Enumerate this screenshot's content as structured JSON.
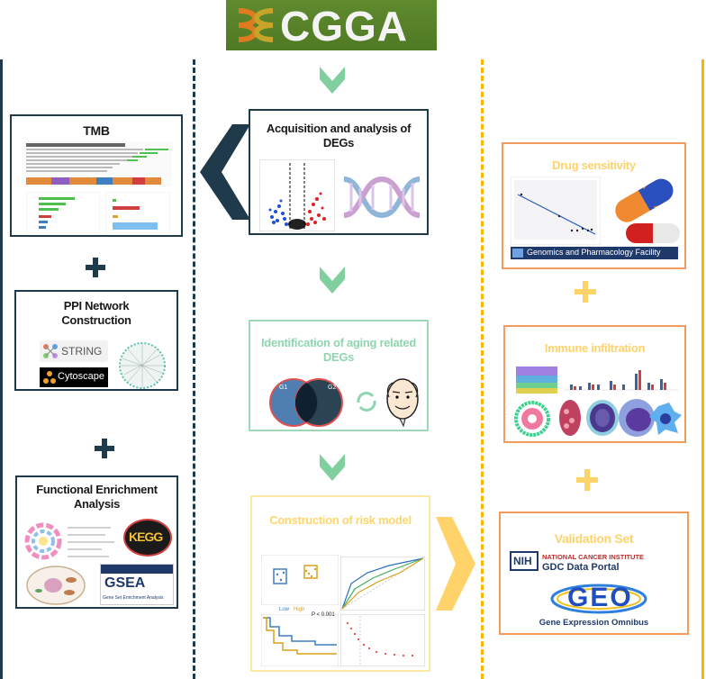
{
  "logo": {
    "text": "CGGA"
  },
  "center": {
    "step1": {
      "title": "Acquisition and analysis of DEGs"
    },
    "step2": {
      "title": "Identification of aging related DEGs",
      "venn_left": "G1",
      "venn_right": "G2"
    },
    "step3": {
      "title": "Construction of risk model",
      "km_pvalue": "P < 0.001",
      "legend_low": "Low",
      "legend_high": "High"
    }
  },
  "left": {
    "tmb": {
      "title": "TMB"
    },
    "ppi": {
      "title": "PPI Network Construction",
      "tool1": "STRING",
      "tool2": "Cytoscape"
    },
    "enrich": {
      "title": "Functional Enrichment Analysis",
      "kegg": "KEGG",
      "gsea": "GSEA",
      "gsea_sub": "Gene Set Enrichment Analysis"
    }
  },
  "right": {
    "drug": {
      "title": "Drug sensitivity",
      "footer": "Genomics and Pharmacology Facility"
    },
    "immune": {
      "title": "Immune infiltration"
    },
    "validation": {
      "title": "Validation Set",
      "nih": "NIH",
      "nci": "NATIONAL CANCER INSTITUTE",
      "gdc": "GDC Data Portal",
      "geo": "GEO",
      "geo_sub": "Gene Expression Omnibus"
    }
  },
  "colors": {
    "dark": "#1f3a4a",
    "green": "#8fd6ae",
    "yellow": "#ffd36a",
    "orange": "#f39a5d",
    "accent_gold": "#f5b800"
  }
}
